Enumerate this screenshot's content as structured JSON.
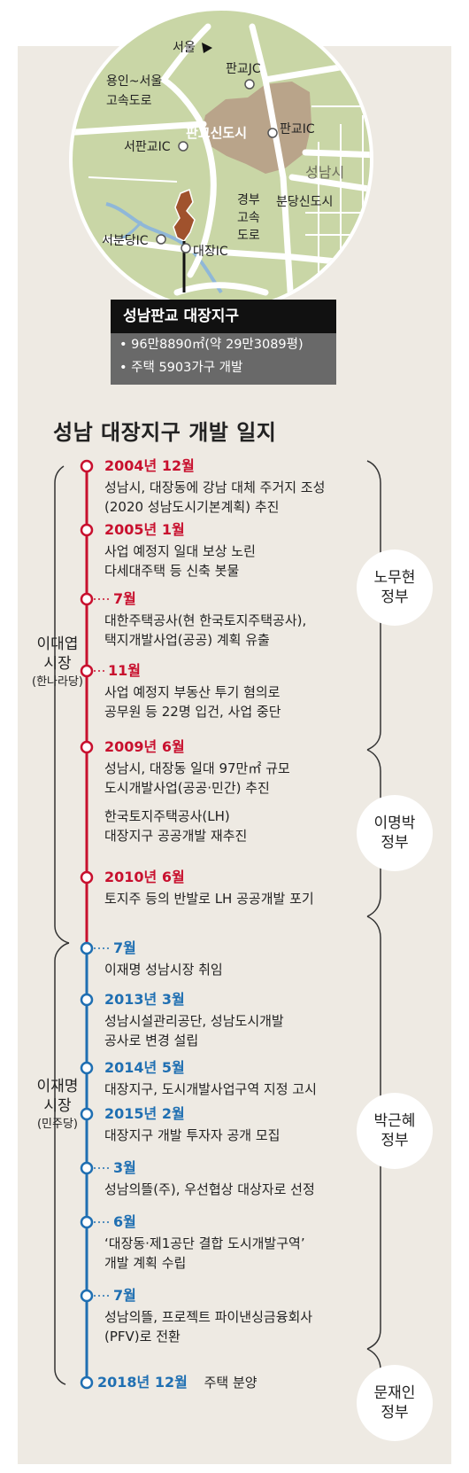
{
  "map": {
    "seoul": "서울",
    "pangyo_jc": "판교JC",
    "yongin_seoul": "용인~서울",
    "expressway": "고속도로",
    "pangyo_newtown": "판교신도시",
    "pangyo_ic": "판교IC",
    "seopangyo_ic": "서판교IC",
    "seongnam": "성남시",
    "gyeongbu_1": "경부",
    "gyeongbu_2": "고속",
    "gyeongbu_3": "도로",
    "bundang_newtown": "분당신도시",
    "seobundang_ic": "서분당IC",
    "daejang_ic": "대장IC"
  },
  "info": {
    "title": "성남판교 대장지구",
    "area": "96만8890㎡(약 29만3089평)",
    "housing": "주택 5903가구 개발"
  },
  "timeline_title": "성남 대장지구 개발 일지",
  "mayors": [
    {
      "name_1": "이대엽",
      "name_2": "시장",
      "party": "(한나라당)"
    },
    {
      "name_1": "이재명",
      "name_2": "시장",
      "party": "(민주당)"
    }
  ],
  "governments": [
    {
      "line1": "노무현",
      "line2": "정부"
    },
    {
      "line1": "이명박",
      "line2": "정부"
    },
    {
      "line1": "박근혜",
      "line2": "정부"
    },
    {
      "line1": "문재인",
      "line2": "정부"
    }
  ],
  "events": [
    {
      "date": "2004년 12월",
      "desc": [
        "성남시, 대장동에 강남 대체 주거지 조성",
        "(2020 성남도시기본계획) 추진"
      ]
    },
    {
      "date": "2005년 1월",
      "desc": [
        "사업 예정지 일대 보상 노린",
        "다세대주택 등 신축 봇물"
      ]
    },
    {
      "date": "7월",
      "desc": [
        "대한주택공사(현 한국토지주택공사),",
        "택지개발사업(공공) 계획 유출"
      ]
    },
    {
      "date": "11월",
      "desc": [
        "사업 예정지 부동산 투기 혐의로",
        "공무원 등 22명 입건, 사업 중단"
      ]
    },
    {
      "date": "2009년 6월",
      "desc": [
        "성남시, 대장동 일대 97만㎡ 규모",
        "도시개발사업(공공·민간) 추진"
      ],
      "extra": [
        "한국토지주택공사(LH)",
        "대장지구 공공개발 재추진"
      ]
    },
    {
      "date": "2010년 6월",
      "desc": [
        "토지주 등의 반발로 LH 공공개발 포기"
      ]
    },
    {
      "date": "7월",
      "desc": [
        "이재명 성남시장 취임"
      ]
    },
    {
      "date": "2013년 3월",
      "desc": [
        "성남시설관리공단, 성남도시개발",
        "공사로 변경 설립"
      ]
    },
    {
      "date": "2014년 5월",
      "desc": [
        "대장지구, 도시개발사업구역 지정 고시"
      ]
    },
    {
      "date": "2015년 2월",
      "desc": [
        "대장지구 개발 투자자 공개 모집"
      ]
    },
    {
      "date": "3월",
      "desc": [
        "성남의뜰(주), 우선협상 대상자로 선정"
      ]
    },
    {
      "date": "6월",
      "desc": [
        "‘대장동·제1공단 결합 도시개발구역’",
        "개발 계획 수립"
      ]
    },
    {
      "date": "7월",
      "desc": [
        "성남의뜰, 프로젝트 파이낸싱금융회사",
        "(PFV)로 전환"
      ]
    },
    {
      "date": "2018년 12월",
      "desc": [
        "주택 분양"
      ]
    }
  ]
}
